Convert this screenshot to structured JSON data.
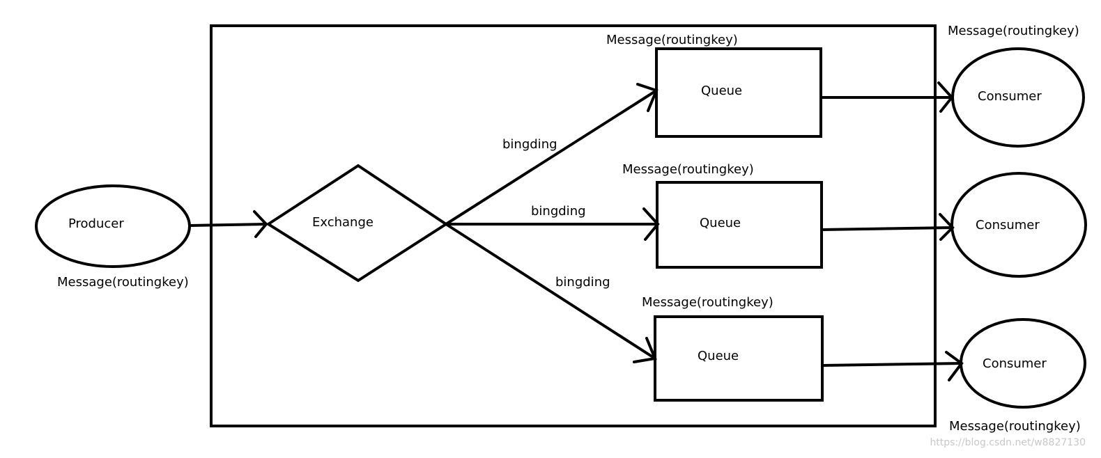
{
  "diagram": {
    "producer": {
      "label": "Producer",
      "message": "Message(routingkey)"
    },
    "exchange": {
      "label": "Exchange"
    },
    "bindings": [
      {
        "label": "bingding"
      },
      {
        "label": "bingding"
      },
      {
        "label": "bingding"
      }
    ],
    "queues": [
      {
        "label": "Queue",
        "message": "Message(routingkey)"
      },
      {
        "label": "Queue",
        "message": "Message(routingkey)"
      },
      {
        "label": "Queue",
        "message": "Message(routingkey)"
      }
    ],
    "consumers": [
      {
        "label": "Consumer",
        "message": "Message(routingkey)"
      },
      {
        "label": "Consumer"
      },
      {
        "label": "Consumer",
        "message": "Message(routingkey)"
      }
    ]
  },
  "watermark": "https://blog.csdn.net/w8827130"
}
